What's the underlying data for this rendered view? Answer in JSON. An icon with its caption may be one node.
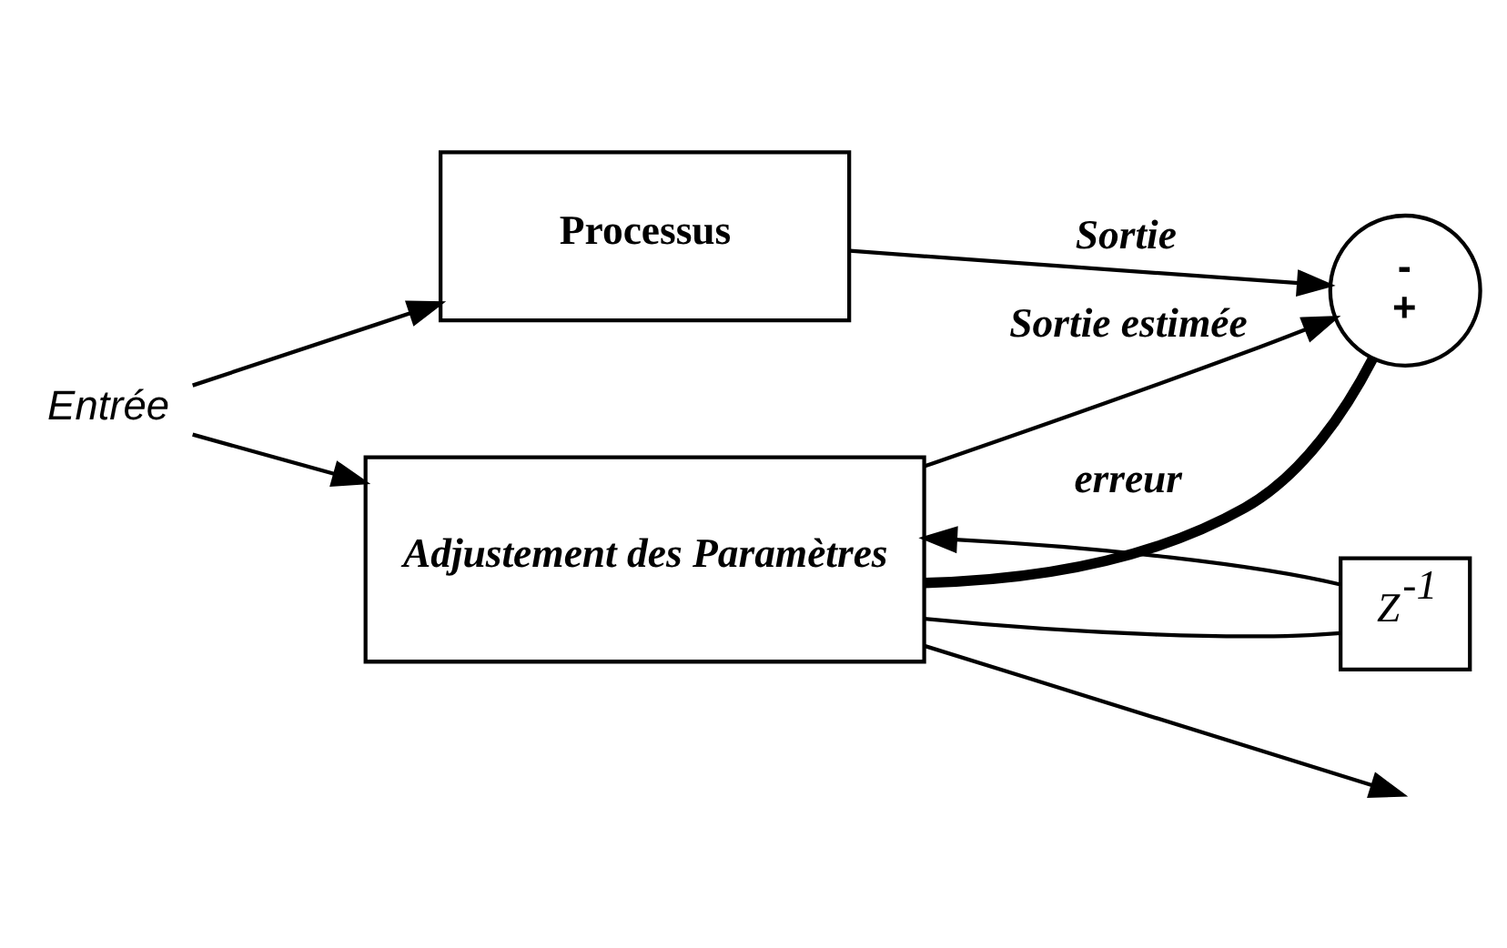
{
  "diagram": {
    "nodes": [
      {
        "text": [
          "Entrée"
        ]
      },
      {
        "text": [
          "Processus"
        ]
      },
      {
        "text": [
          "Adjustement des Paramètres"
        ]
      },
      {
        "text": [
          "-",
          "+"
        ]
      },
      {
        "text": [
          "Z$^{-1}$"
        ]
      }
    ],
    "edges": [
      {
        "from": 0,
        "to": 1,
        "arrow": "to"
      },
      {
        "from": 0,
        "to": 2,
        "arrow": "to"
      },
      {
        "from": 1,
        "to": 3,
        "arrow": "to",
        "label": "Sortie"
      },
      {
        "from": 2,
        "to": 3,
        "arrow": "to",
        "label": "Sortie estimée"
      },
      {
        "from": 3,
        "to": 2,
        "arrow": "none",
        "label": "erreur",
        "style": "thick"
      },
      {
        "from": 2,
        "to": 4,
        "arrow": "none"
      },
      {
        "from": 4,
        "to": 2,
        "arrow": "to"
      },
      {
        "from": 2,
        "to": null,
        "arrow": "to"
      }
    ]
  }
}
